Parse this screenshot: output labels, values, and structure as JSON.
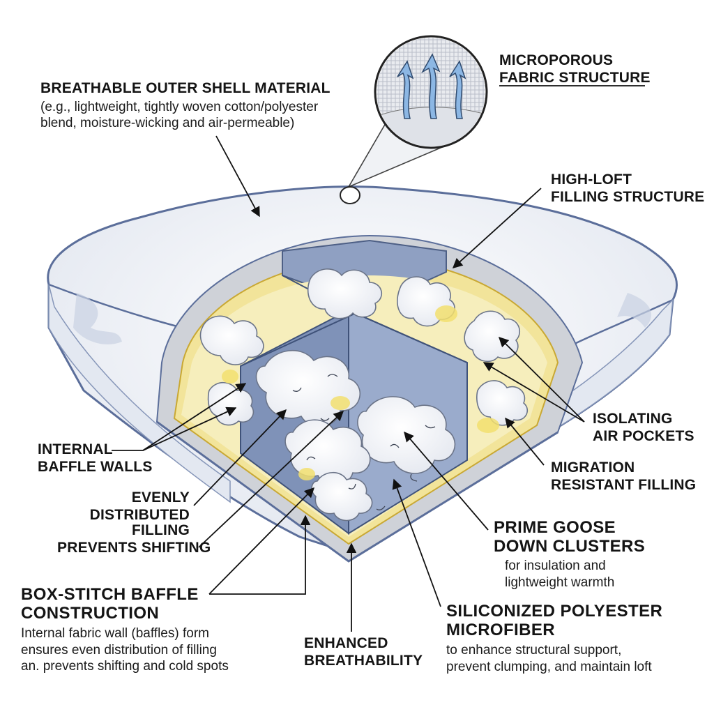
{
  "labels": {
    "outer_shell": {
      "title": "BREATHABLE OUTER SHELL MATERIAL",
      "desc_line1": "(e.g., lightweight, tightly woven cotton/polyester",
      "desc_line2": "blend, moisture-wicking and air-permeable)"
    },
    "microporous": {
      "line1": "MICROPOROUS",
      "line2": "FABRIC STRUCTURE"
    },
    "high_loft": {
      "line1": "HIGH-LOFT",
      "line2": "FILLING STRUCTURE"
    },
    "isolating": {
      "line1": "ISOLATING",
      "line2": "AIR POCKETS"
    },
    "migration": {
      "line1": "MIGRATION",
      "line2": "RESISTANT FILLING"
    },
    "goose_down": {
      "line1": "PRIME GOOSE",
      "line2": "DOWN CLUSTERS",
      "desc_line1": "for insulation and",
      "desc_line2": "lightweight warmth"
    },
    "silicon": {
      "line1": "SILICONIZED POLYESTER",
      "line2": "MICROFIBER",
      "desc_line1": "to enhance structural support,",
      "desc_line2": "prevent clumping, and maintain loft"
    },
    "breathability": {
      "line1": "ENHANCED",
      "line2": "BREATHABILITY"
    },
    "baffle_walls": {
      "line1": "INTERNAL",
      "line2": "BAFFLE WALLS"
    },
    "evenly": {
      "line1": "EVENLY",
      "line2": "DISTRIBUTED FILLING"
    },
    "prevents": {
      "line1": "PREVENTS SHIFTING"
    },
    "box_stitch": {
      "line1": "BOX-STITCH BAFFLE",
      "line2": "CONSTRUCTION",
      "desc_line1": "Internal fabric wall (baffles) form",
      "desc_line2": "ensures even distribution of filling",
      "desc_line3": "an. prevents shifting and cold spots"
    }
  },
  "colors": {
    "shell": "#eef1f6",
    "shell_edge": "#5b6e9a",
    "baffle": "#7f92b8",
    "fill_yellow": "#f2e49a",
    "down_white": "#ffffff"
  }
}
